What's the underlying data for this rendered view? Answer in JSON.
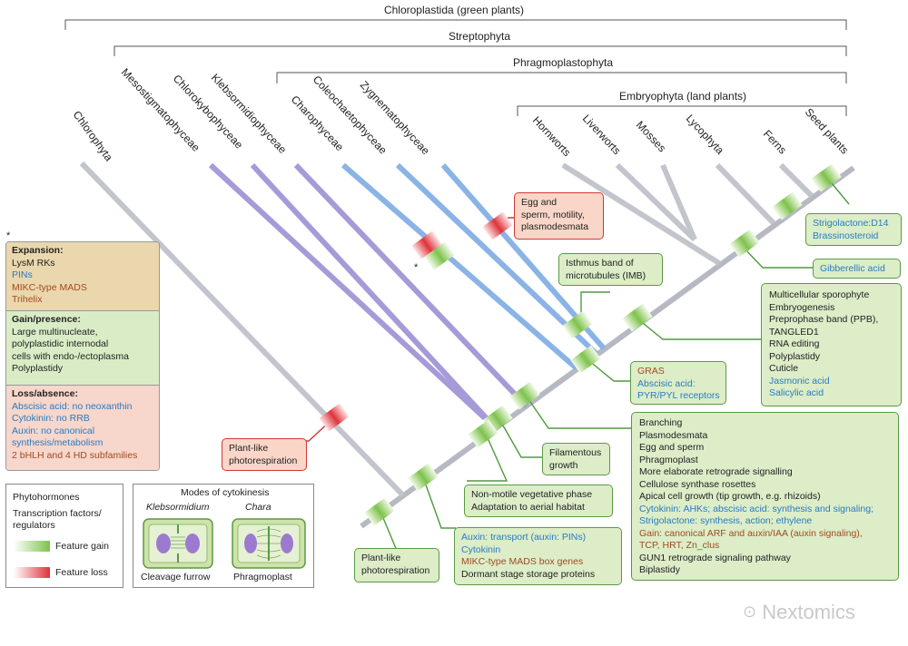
{
  "clades": {
    "chloroplastida": "Chloroplastida (green plants)",
    "streptophyta": "Streptophyta",
    "phragmoplastophyta": "Phragmoplastophyta",
    "embryophyta": "Embryophyta (land plants)"
  },
  "taxa": {
    "chlorophyta": "Chlorophyta",
    "mesostigmatophyceae": "Mesostigmatophyceae",
    "chlorokybophyceae": "Chlorokybophyceae",
    "klebsormidiophyceae": "Klebsormidiophyceae",
    "charophyceae": "Charophyceae",
    "coleochaetophyceae": "Coleochaetophyceae",
    "zygnematophyceae": "Zygnematophyceae",
    "hornworts": "Hornworts",
    "liverworts": "Liverworts",
    "mosses": "Mosses",
    "lycophyta": "Lycophyta",
    "ferns": "Ferns",
    "seed_plants": "Seed plants"
  },
  "asterisk": "*",
  "boxes": {
    "egg_sperm": [
      "Egg and",
      "sperm, motility,",
      "plasmodesmata"
    ],
    "isthmus": [
      "Isthmus band of",
      "microtubules (IMB)"
    ],
    "strigolactone": [
      "Strigolactone:D14",
      "Brassinosteroid"
    ],
    "gibberellic": [
      "Gibberellic acid"
    ],
    "multicellular": [
      "Multicellular sporophyte",
      "Embryogenesis",
      "Preprophase band (PPB),",
      "TANGLED1",
      "RNA editing",
      "Polyplastidy",
      "Cuticle"
    ],
    "multicellular_blue": [
      "Jasmonic acid",
      "Salicylic acid"
    ],
    "gras_brown": "GRAS",
    "gras_blue": [
      "Abscisic acid:",
      "PYR/PYL receptors"
    ],
    "plant_like_red": [
      "Plant-like",
      "photorespiration"
    ],
    "filamentous": [
      "Filamentous",
      "growth"
    ],
    "nonmotile": [
      "Non-motile vegetative phase",
      "Adaptation to aerial habitat"
    ],
    "branching_black": [
      "Branching",
      "Plasmodesmata",
      "Egg and sperm",
      "Phragmoplast",
      "More elaborate retrograde signalling",
      "Cellulose synthase rosettes",
      "Apical cell growth (tip growth, e.g. rhizoids)"
    ],
    "branching_blue": [
      "Cytokinin: AHKs; abscisic acid: synthesis and signaling;",
      "Strigolactone: synthesis, action; ethylene"
    ],
    "branching_brown": [
      "Gain: canonical ARF and auxin/IAA (auxin signaling),",
      "TCP, HRT, Zn_clus"
    ],
    "branching_black2": [
      "GUN1 retrograde signaling pathway",
      "Biplastidy"
    ],
    "plant_like_green": [
      "Plant-like",
      "photorespiration"
    ],
    "auxin_blue": [
      "Auxin: transport (auxin: PINs)",
      "Cytokinin"
    ],
    "auxin_brown": "MIKC-type MADS box genes",
    "auxin_black": "Dormant stage storage proteins"
  },
  "summary": {
    "asterisk": "*",
    "expansion": {
      "title": "Expansion:",
      "items": [
        {
          "text": "LysM RKs",
          "color": "black"
        },
        {
          "text": "PINs",
          "color": "blue"
        },
        {
          "text": "MIKC-type MADS",
          "color": "brown"
        },
        {
          "text": "Trihelix",
          "color": "brown"
        }
      ]
    },
    "gain": {
      "title": "Gain/presence:",
      "items": [
        "Large multinucleate,",
        "polyplastidic internodal",
        "cells with endo-/ectoplasma",
        "Polyplastidy"
      ]
    },
    "loss": {
      "title": "Loss/absence:",
      "items": [
        {
          "text": "Abscisic acid: no neoxanthin",
          "color": "blue"
        },
        {
          "text": "Cytokinin: no RRB",
          "color": "blue"
        },
        {
          "text": "Auxin: no canonical",
          "color": "blue"
        },
        {
          "text": "synthesis/metabolism",
          "color": "blue"
        },
        {
          "text": "2 bHLH and 4 HD subfamilies",
          "color": "brown"
        }
      ]
    }
  },
  "legend": {
    "phytohormones": "Phytohormones",
    "transcription": [
      "Transcription factors/",
      "regulators"
    ],
    "feature_gain": "Feature gain",
    "feature_loss": "Feature loss"
  },
  "cytokinesis": {
    "title": "Modes of cytokinesis",
    "klebsormidium": "Klebsormidium",
    "chara": "Chara",
    "cleavage": "Cleavage furrow",
    "phragmoplast": "Phragmoplast"
  },
  "watermark": "Nextomics",
  "colors": {
    "gray_branch": "#c3c5cc",
    "purple_branch": "#a69ad8",
    "blue_branch": "#8ab3e6",
    "gain": "#7dc24b",
    "loss": "#e0323a",
    "blue_text": "#2a7bc2",
    "brown_text": "#a24a1f"
  }
}
